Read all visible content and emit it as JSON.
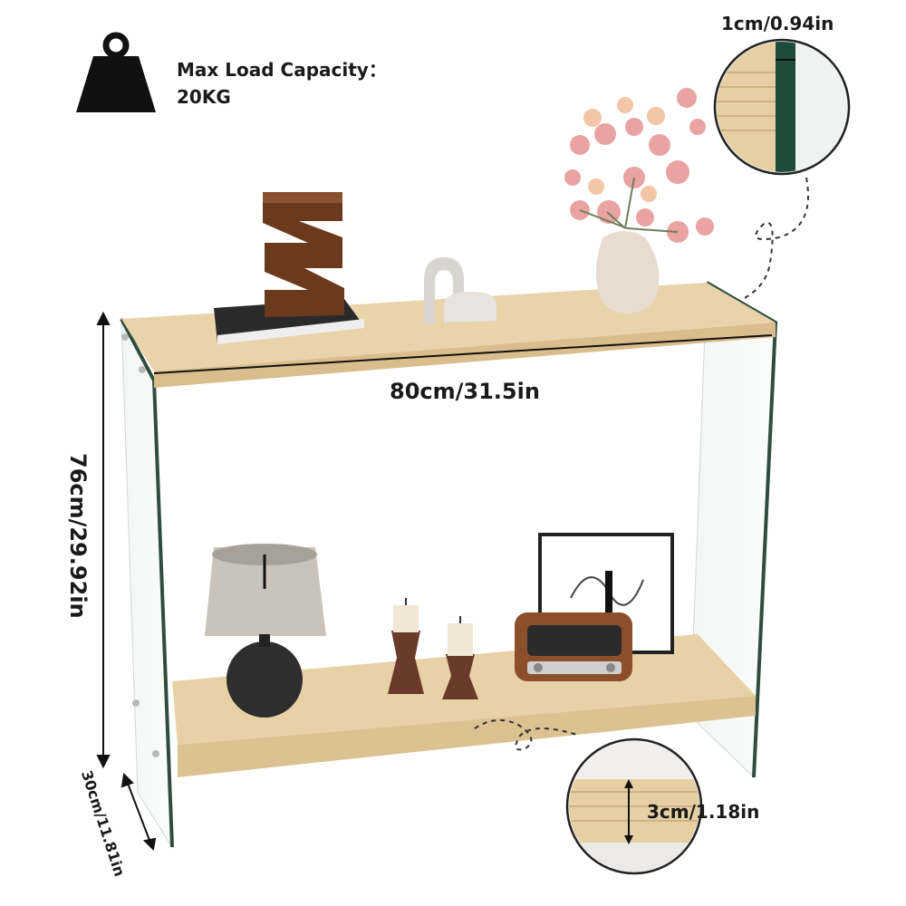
{
  "load": {
    "line1": "Max Load Capacity：",
    "line2": "20KG",
    "icon": "weight-icon"
  },
  "dimensions": {
    "width": "80cm/31.5in",
    "height": "76cm/29.92in",
    "depth": "30cm/11.81in",
    "glass_thickness": "1cm/0.94in",
    "shelf_thickness": "3cm/1.18in"
  },
  "colors": {
    "wood": "#e6cfa6",
    "wood_dark": "#c9a877",
    "glass_edge": "#2f4d3e",
    "text": "#1a1a1a"
  }
}
